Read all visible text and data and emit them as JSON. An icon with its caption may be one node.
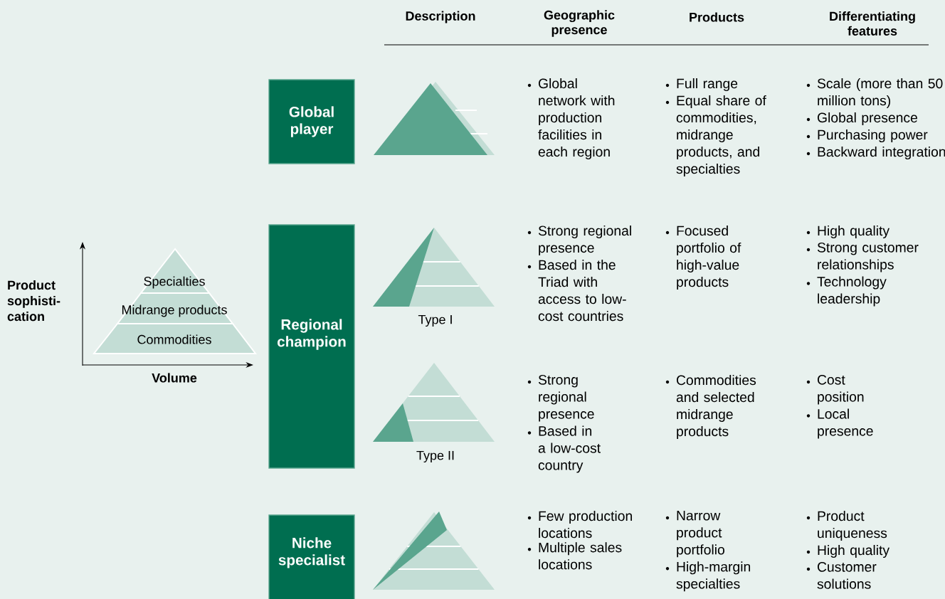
{
  "diagram": {
    "nodes": [
      {
        "text": [
          "Global player"
        ]
      },
      {
        "text": [
          "Regional champion"
        ]
      },
      {
        "text": [
          "Niche specialist"
        ]
      },
      {
        "text": [
          "Specialties"
        ]
      },
      {
        "text": [
          "Midrange products"
        ]
      },
      {
        "text": [
          "Commodities"
        ]
      }
    ],
    "labels": [
      "Description",
      "Geographic presence",
      "Products",
      "Differentiating features",
      "Product sophisti-cation",
      "Volume",
      "Global network with production facilities in each region",
      "Full range",
      "Equal share of commodities, midrange products, and specialties",
      "Scale (more than 50 million tons)",
      "Global presence",
      "Purchasing power",
      "Backward integration",
      "Strong regional presence",
      "Based in the Triad with access to low-cost countries",
      "Focused portfolio of high-value products",
      "High quality",
      "Strong customer relationships",
      "Technology leadership",
      "Type I",
      "Strong regional presence",
      "Based in a low-cost country",
      "Commodities and selected midrange products",
      "Cost position",
      "Local presence",
      "Type II",
      "Few production locations",
      "Multiple sales locations",
      "Narrow product portfolio",
      "High-margin specialties",
      "Product uniqueness",
      "High quality",
      "Customer solutions"
    ]
  }
}
